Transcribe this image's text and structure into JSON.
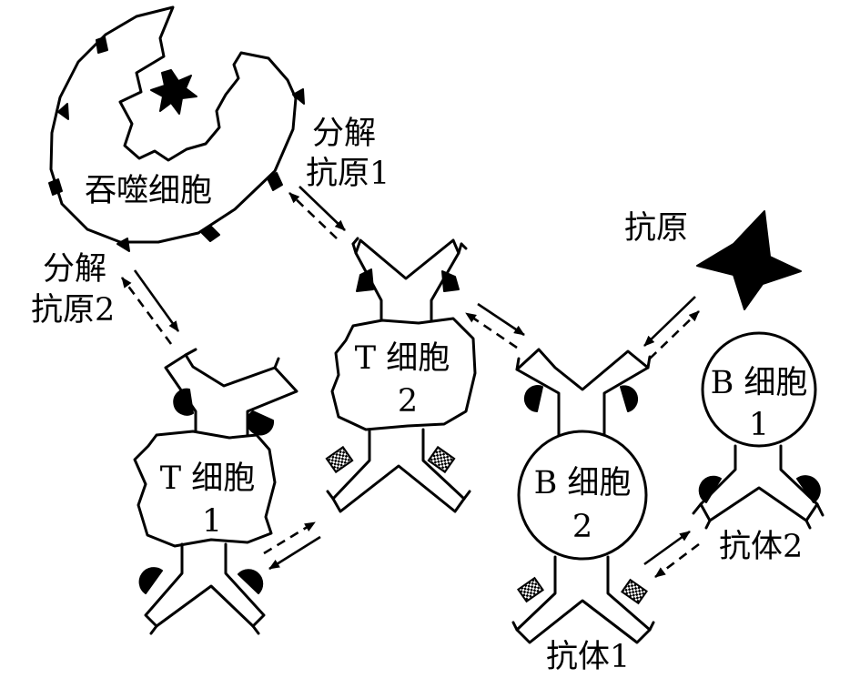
{
  "labels": {
    "macrophage": "吞噬细胞",
    "decompose_1": "分解",
    "antigen_1": "抗原1",
    "decompose_2": "分解",
    "antigen_2": "抗原2",
    "antigen": "抗原",
    "t_cell_1_name": "T 细胞",
    "t_cell_1_num": "1",
    "t_cell_2_name": "T 细胞",
    "t_cell_2_num": "2",
    "b_cell_2_name": "B 细胞",
    "b_cell_2_num": "2",
    "b_cell_1_name": "B 细胞",
    "b_cell_1_num": "1",
    "antibody_1": "抗体1",
    "antibody_2": "抗体2"
  },
  "colors": {
    "ink": "#000000",
    "background": "#ffffff"
  }
}
